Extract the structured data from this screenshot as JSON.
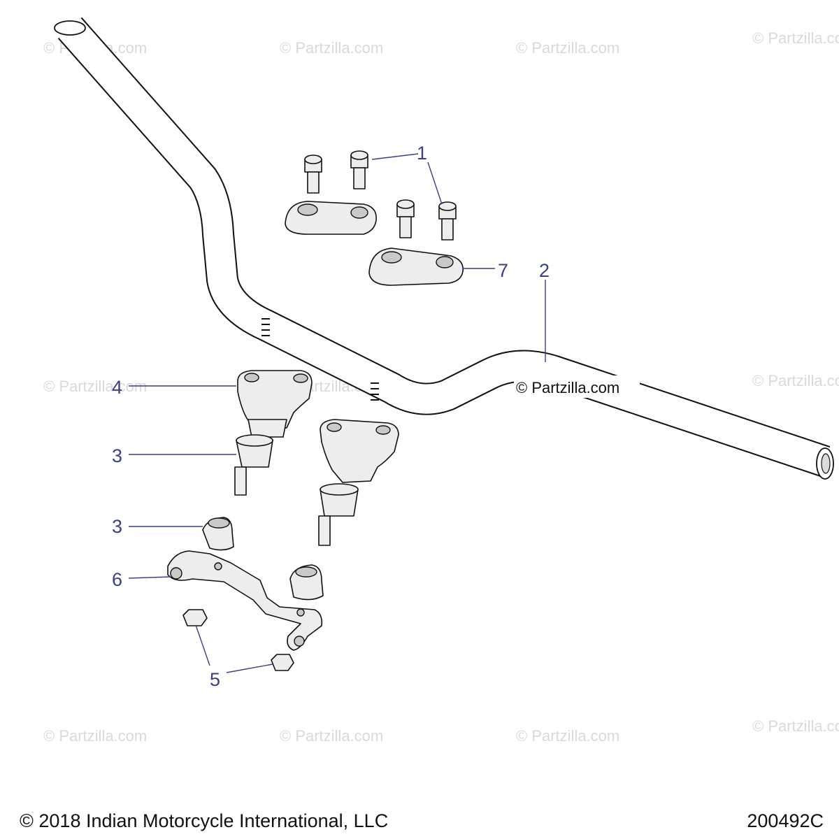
{
  "diagram": {
    "watermark_text": "© Partzilla.com",
    "callouts": [
      {
        "id": "c1",
        "label": "1"
      },
      {
        "id": "c2",
        "label": "2"
      },
      {
        "id": "c3a",
        "label": "3"
      },
      {
        "id": "c3b",
        "label": "3"
      },
      {
        "id": "c4",
        "label": "4"
      },
      {
        "id": "c5",
        "label": "5"
      },
      {
        "id": "c6",
        "label": "6"
      },
      {
        "id": "c7",
        "label": "7"
      }
    ],
    "colors": {
      "line": "#3a3f86",
      "part_fill": "#ededed",
      "outline": "#111111",
      "watermark": "#d9d9d9"
    }
  },
  "footer": {
    "copyright": "© 2018 Indian Motorcycle International, LLC",
    "drawing_number": "200492C"
  }
}
